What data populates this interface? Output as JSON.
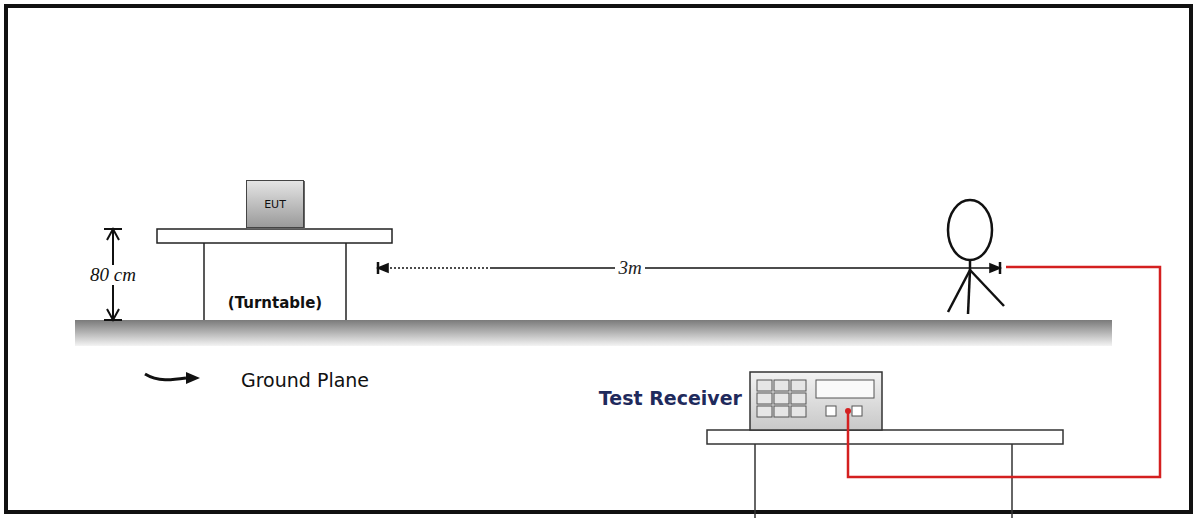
{
  "diagram": {
    "nodes": [
      {
        "text": [
          "EUT"
        ]
      }
    ],
    "labels": [
      "80 cm",
      "(Turntable)",
      "3m",
      "Ground Plane",
      "Test Receiver"
    ]
  }
}
